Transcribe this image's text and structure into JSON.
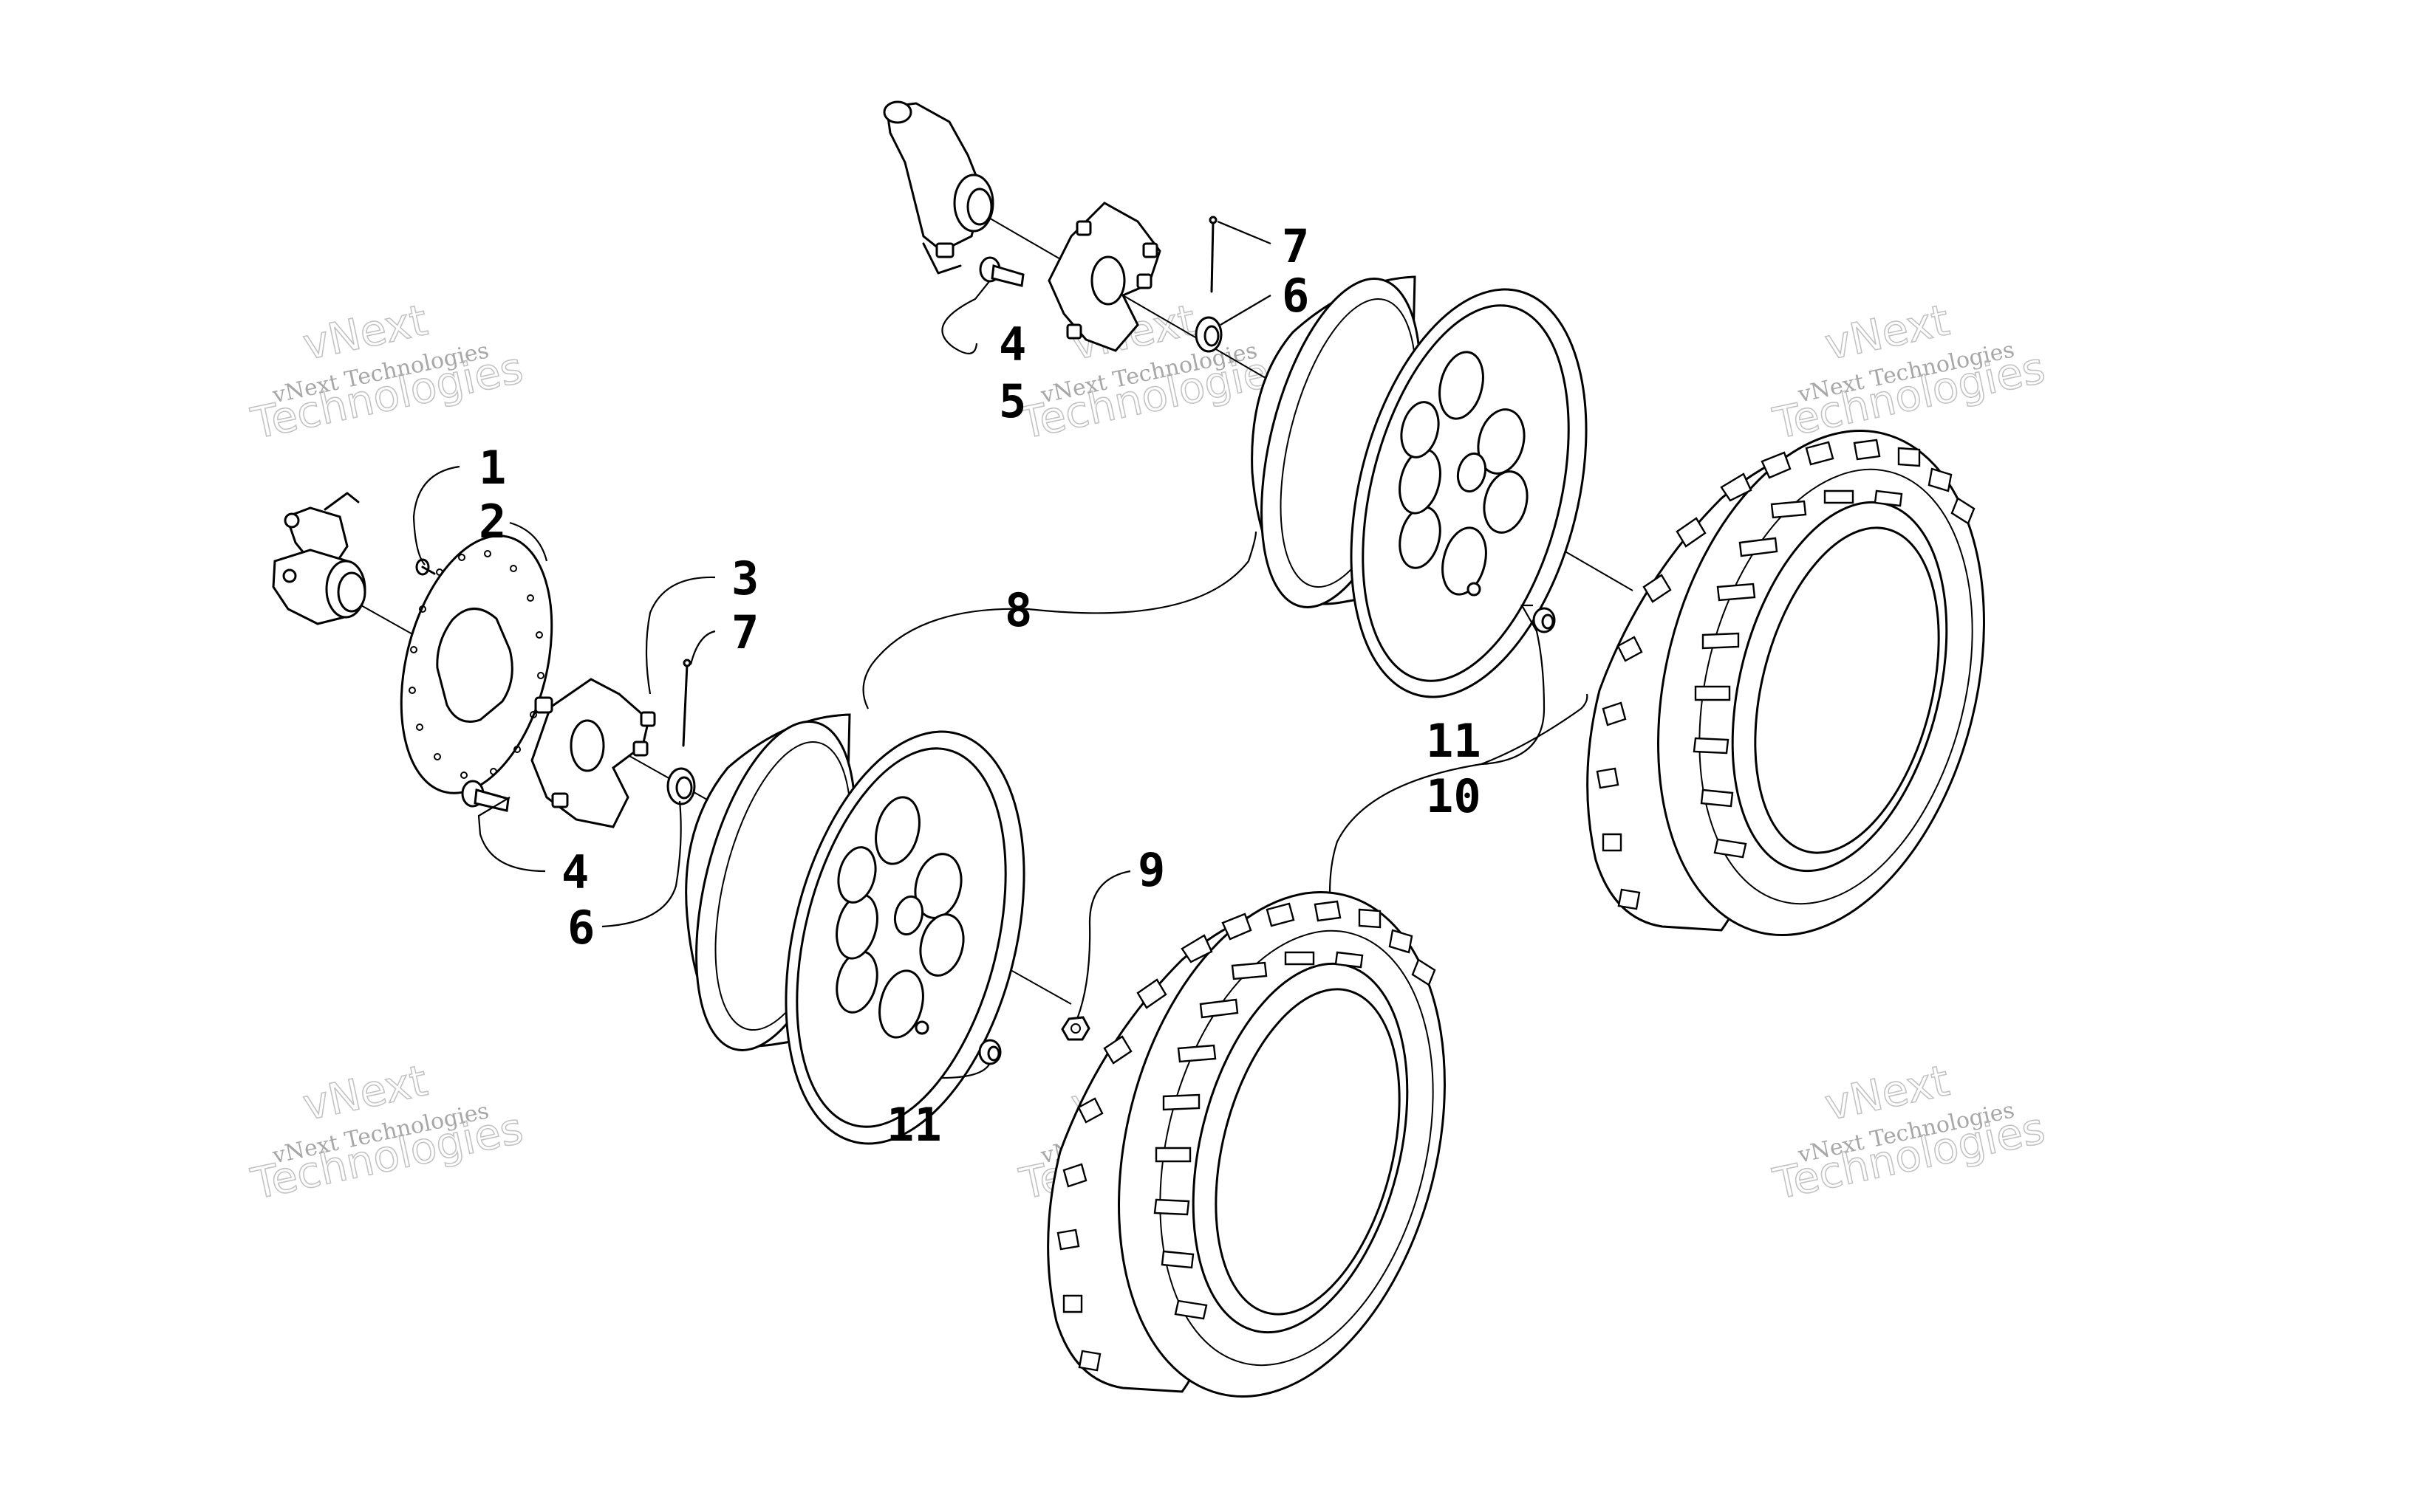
{
  "callouts": {
    "c1": "1",
    "c2": "2",
    "c3": "3",
    "c4a": "4",
    "c4b": "4",
    "c5": "5",
    "c6a": "6",
    "c6b": "6",
    "c7a": "7",
    "c7b": "7",
    "c8": "8",
    "c9": "9",
    "c10": "10",
    "c11a": "11",
    "c11b": "11"
  },
  "watermark": {
    "company": "vNext Technologies",
    "line1": "vNext",
    "line2": "Technologies"
  }
}
